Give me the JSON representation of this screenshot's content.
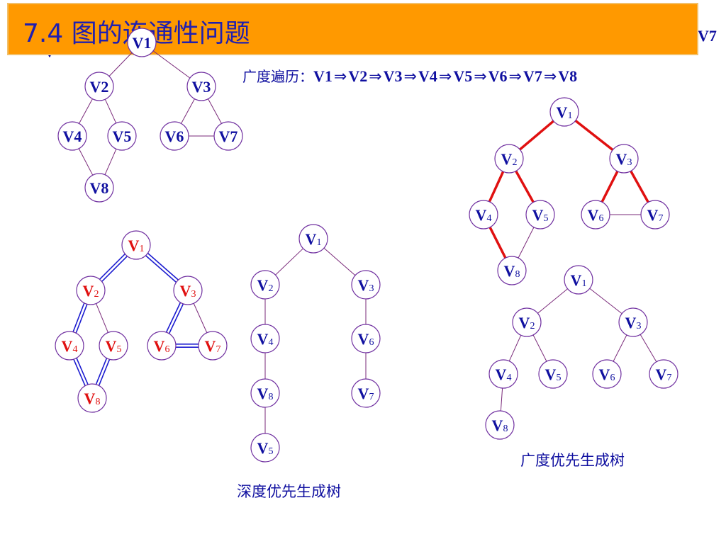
{
  "slide": {
    "title": "7.4 图的连通性问题",
    "clipped_right_text": "V7",
    "clipped_left_text": "V",
    "bfs_order": {
      "label": "广度遍历：",
      "sequence": [
        "V1",
        "V2",
        "V3",
        "V4",
        "V5",
        "V6",
        "V7",
        "V8"
      ],
      "arrow": "⇒"
    },
    "dfs_tree_caption": "深度优先生成树",
    "bfs_tree_caption": "广度优先生成树"
  },
  "colors": {
    "title_bg": "#ff9900",
    "text_blue": "#1010a0",
    "node_border": "#7030a0",
    "edge": "#7a2a7a",
    "highlight_red": "#e01010",
    "dfs_blue": "#1c1cd0"
  },
  "graphs": [
    {
      "id": "original-graph",
      "style": "bold-label",
      "nodes": [
        {
          "id": "V1",
          "label": "V1",
          "partial": true
        },
        {
          "id": "V2",
          "label": "V2"
        },
        {
          "id": "V3",
          "label": "V3"
        },
        {
          "id": "V4",
          "label": "V4"
        },
        {
          "id": "V5",
          "label": "V5"
        },
        {
          "id": "V6",
          "label": "V6"
        },
        {
          "id": "V7",
          "label": "V7"
        },
        {
          "id": "V8",
          "label": "V8"
        }
      ],
      "edges": [
        {
          "from": "V1",
          "to": "V2"
        },
        {
          "from": "V1",
          "to": "V3"
        },
        {
          "from": "V2",
          "to": "V4"
        },
        {
          "from": "V2",
          "to": "V5"
        },
        {
          "from": "V3",
          "to": "V6"
        },
        {
          "from": "V3",
          "to": "V7"
        },
        {
          "from": "V6",
          "to": "V7"
        },
        {
          "from": "V4",
          "to": "V8"
        },
        {
          "from": "V5",
          "to": "V8"
        }
      ]
    },
    {
      "id": "bfs-traversal-graph",
      "style": "subscript",
      "nodes": [
        {
          "id": "V1",
          "label": "V",
          "sub": "1"
        },
        {
          "id": "V2",
          "label": "V",
          "sub": "2"
        },
        {
          "id": "V3",
          "label": "V",
          "sub": "3"
        },
        {
          "id": "V4",
          "label": "V",
          "sub": "4"
        },
        {
          "id": "V5",
          "label": "V",
          "sub": "5"
        },
        {
          "id": "V6",
          "label": "V",
          "sub": "6"
        },
        {
          "id": "V7",
          "label": "V",
          "sub": "7"
        },
        {
          "id": "V8",
          "label": "V",
          "sub": "8"
        }
      ],
      "edges": [
        {
          "from": "V1",
          "to": "V2",
          "highlight": "red"
        },
        {
          "from": "V1",
          "to": "V3",
          "highlight": "red"
        },
        {
          "from": "V2",
          "to": "V4",
          "highlight": "red"
        },
        {
          "from": "V2",
          "to": "V5",
          "highlight": "red"
        },
        {
          "from": "V3",
          "to": "V6",
          "highlight": "red"
        },
        {
          "from": "V3",
          "to": "V7",
          "highlight": "red"
        },
        {
          "from": "V6",
          "to": "V7"
        },
        {
          "from": "V4",
          "to": "V8",
          "highlight": "red"
        },
        {
          "from": "V5",
          "to": "V8"
        }
      ]
    },
    {
      "id": "dfs-traversal-graph",
      "style": "subscript-red-text",
      "nodes": [
        {
          "id": "V1",
          "label": "V",
          "sub": "1"
        },
        {
          "id": "V2",
          "label": "V",
          "sub": "2"
        },
        {
          "id": "V3",
          "label": "V",
          "sub": "3"
        },
        {
          "id": "V4",
          "label": "V",
          "sub": "4"
        },
        {
          "id": "V5",
          "label": "V",
          "sub": "5"
        },
        {
          "id": "V6",
          "label": "V",
          "sub": "6"
        },
        {
          "id": "V7",
          "label": "V",
          "sub": "7"
        },
        {
          "id": "V8",
          "label": "V",
          "sub": "8"
        }
      ],
      "edges": [
        {
          "from": "V1",
          "to": "V2",
          "highlight": "blue"
        },
        {
          "from": "V1",
          "to": "V3",
          "highlight": "blue"
        },
        {
          "from": "V2",
          "to": "V4",
          "highlight": "blue"
        },
        {
          "from": "V2",
          "to": "V5"
        },
        {
          "from": "V3",
          "to": "V6",
          "highlight": "blue"
        },
        {
          "from": "V3",
          "to": "V7"
        },
        {
          "from": "V6",
          "to": "V7",
          "highlight": "blue"
        },
        {
          "from": "V4",
          "to": "V8",
          "highlight": "blue"
        },
        {
          "from": "V5",
          "to": "V8",
          "highlight": "blue"
        }
      ]
    },
    {
      "id": "dfs-spanning-tree",
      "style": "subscript",
      "nodes": [
        {
          "id": "V1",
          "label": "V",
          "sub": "1"
        },
        {
          "id": "V2",
          "label": "V",
          "sub": "2"
        },
        {
          "id": "V3",
          "label": "V",
          "sub": "3"
        },
        {
          "id": "V4",
          "label": "V",
          "sub": "4"
        },
        {
          "id": "V6",
          "label": "V",
          "sub": "6"
        },
        {
          "id": "V8",
          "label": "V",
          "sub": "8"
        },
        {
          "id": "V7",
          "label": "V",
          "sub": "7"
        },
        {
          "id": "V5",
          "label": "V",
          "sub": "5"
        }
      ],
      "edges": [
        {
          "from": "V1",
          "to": "V2"
        },
        {
          "from": "V1",
          "to": "V3"
        },
        {
          "from": "V2",
          "to": "V4"
        },
        {
          "from": "V4",
          "to": "V8"
        },
        {
          "from": "V8",
          "to": "V5"
        },
        {
          "from": "V3",
          "to": "V6"
        },
        {
          "from": "V6",
          "to": "V7"
        }
      ]
    },
    {
      "id": "bfs-spanning-tree",
      "style": "subscript",
      "nodes": [
        {
          "id": "V1",
          "label": "V",
          "sub": "1"
        },
        {
          "id": "V2",
          "label": "V",
          "sub": "2"
        },
        {
          "id": "V3",
          "label": "V",
          "sub": "3"
        },
        {
          "id": "V4",
          "label": "V",
          "sub": "4"
        },
        {
          "id": "V5",
          "label": "V",
          "sub": "5"
        },
        {
          "id": "V6",
          "label": "V",
          "sub": "6"
        },
        {
          "id": "V7",
          "label": "V",
          "sub": "7"
        },
        {
          "id": "V8",
          "label": "V",
          "sub": "8"
        }
      ],
      "edges": [
        {
          "from": "V1",
          "to": "V2"
        },
        {
          "from": "V1",
          "to": "V3"
        },
        {
          "from": "V2",
          "to": "V4"
        },
        {
          "from": "V2",
          "to": "V5"
        },
        {
          "from": "V3",
          "to": "V6"
        },
        {
          "from": "V3",
          "to": "V7"
        },
        {
          "from": "V4",
          "to": "V8"
        }
      ]
    }
  ]
}
